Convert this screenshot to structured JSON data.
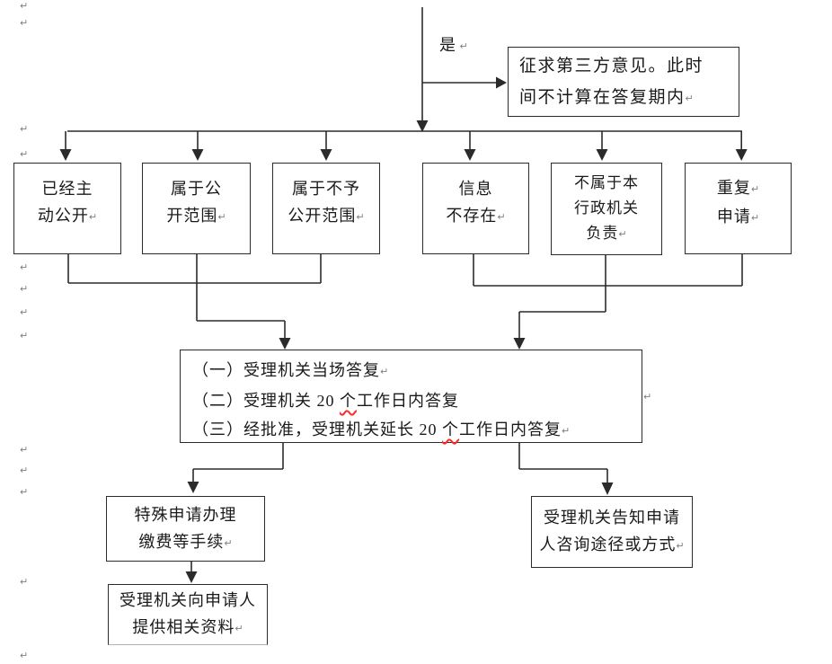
{
  "marks": {
    "pilcrow": "↵"
  },
  "labels": {
    "yes": "是"
  },
  "nodes": {
    "third_party": {
      "line1": "征求第三方意见。此时",
      "line2": "间不计算在答复期内"
    },
    "already_public": {
      "line1": "已经主",
      "line2": "动公开"
    },
    "public_scope": {
      "line1": "属于公",
      "line2": "开范围"
    },
    "not_public_scope": {
      "line1": "属于不予",
      "line2": "公开范围"
    },
    "info_not_exist": {
      "line1": "信息",
      "line2": "不存在"
    },
    "not_responsible": {
      "line1": "不属于本",
      "line2": "行政机关",
      "line3": "负责"
    },
    "repeat_request": {
      "line1": "重复",
      "line2": "申请"
    },
    "reply": {
      "line1": "（一）受理机关当场答复",
      "line2_pre": "（二）受理机关 20 ",
      "line2_misspell": "个",
      "line2_post": "工作日内答复",
      "line3_pre": "（三）经批准，受理机关延长 20 ",
      "line3_misspell": "个",
      "line3_post": "工作日内答复"
    },
    "special_procedure": {
      "line1": "特殊申请办理",
      "line2": "缴费等手续"
    },
    "provide_material": {
      "line1": "受理机关向申请人",
      "line2": "提供相关资料"
    },
    "inform_channel": {
      "line1": "受理机关告知申请",
      "line2": "人咨询途径或方式"
    }
  },
  "colors": {
    "line": "#2b2b2b",
    "text": "#1a1a1a",
    "pilcrow": "#7f7f7f",
    "misspell_underline": "#ff2a2a",
    "background": "#ffffff"
  }
}
